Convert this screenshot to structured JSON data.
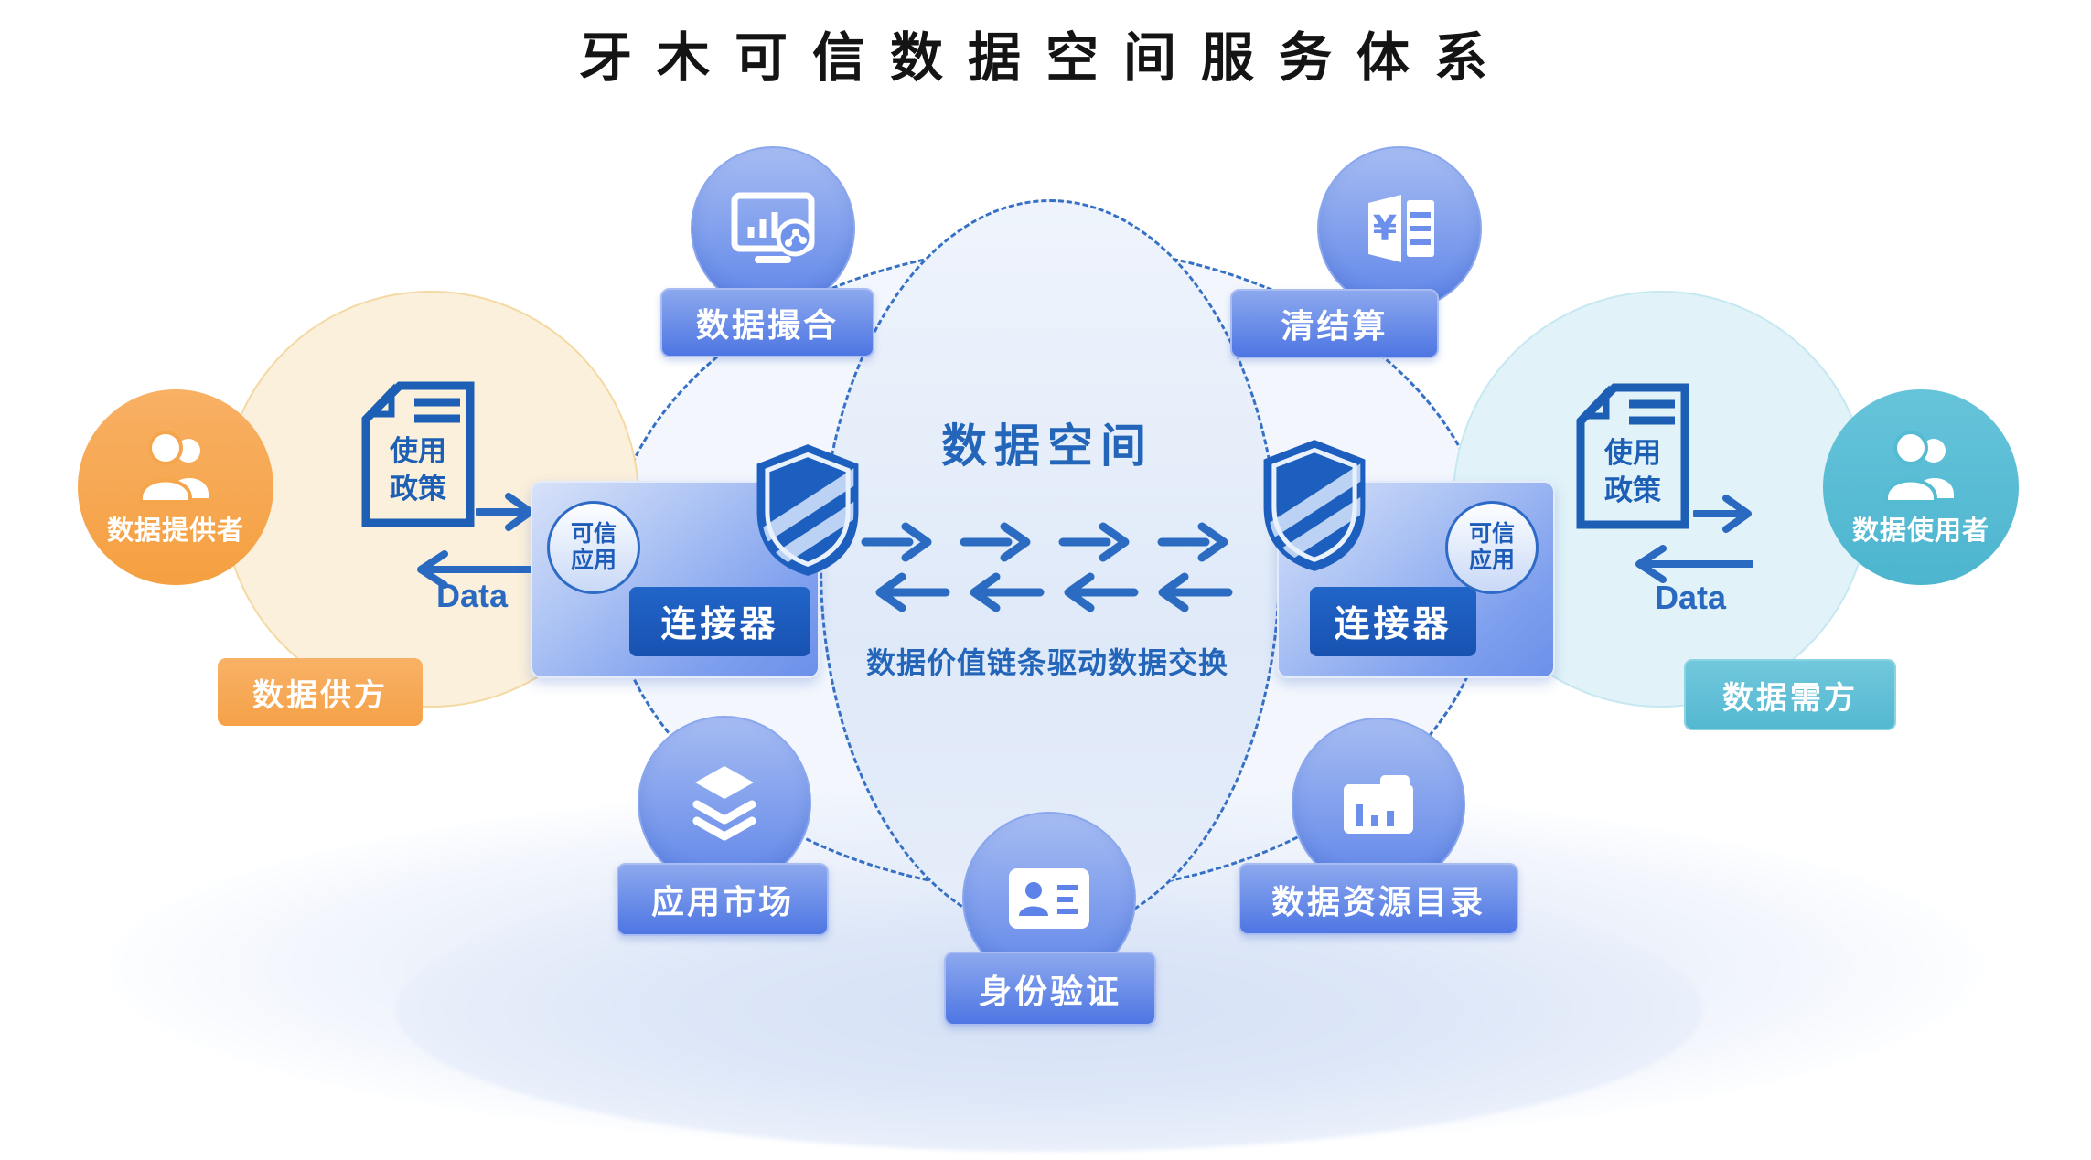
{
  "title": "牙木可信数据空间服务体系",
  "data_space": {
    "title": "数据空间",
    "caption": "数据价值链条驱动数据交换",
    "arrows_right_count": 4,
    "arrows_left_count": 4
  },
  "services": {
    "matching": {
      "label": "数据撮合",
      "icon": "monitor-chart-icon"
    },
    "clearing": {
      "label": "清结算",
      "icon": "invoice-yen-icon"
    },
    "market": {
      "label": "应用市场",
      "icon": "layers-icon"
    },
    "identity": {
      "label": "身份验证",
      "icon": "id-card-icon"
    },
    "catalog": {
      "label": "数据资源目录",
      "icon": "folder-chart-icon"
    }
  },
  "provider": {
    "actor_label": "数据提供者",
    "role_label": "数据供方",
    "policy_doc": {
      "line1": "使用",
      "line2": "政策"
    },
    "data_flow_label": "Data",
    "icon": "people-icon"
  },
  "consumer": {
    "actor_label": "数据使用者",
    "role_label": "数据需方",
    "policy_doc": {
      "line1": "使用",
      "line2": "政策"
    },
    "data_flow_label": "Data",
    "icon": "people-icon"
  },
  "connectors": {
    "left": {
      "label": "连接器",
      "badge": {
        "line1": "可信",
        "line2": "应用"
      },
      "icon": "shield-icon"
    },
    "right": {
      "label": "连接器",
      "badge": {
        "line1": "可信",
        "line2": "应用"
      },
      "icon": "shield-icon"
    }
  },
  "colors": {
    "title_text": "#141414",
    "blue_text": "#2365B9",
    "dashed_line": "#3570C4",
    "service_circle_top": "#A6BCF2",
    "service_circle_bottom": "#5F85E8",
    "service_bar_top": "#8CA8EE",
    "service_bar_bottom": "#4E76E3",
    "connector_gradient_start": "#D8E2F9",
    "connector_gradient_end": "#6C90EA",
    "connector_label_bg": "#1C59BB",
    "shield_blue": "#1D5FBE",
    "provider_orange": "#F5A64C",
    "provider_cream": "#FBF0DB",
    "consumer_teal": "#55BBD3",
    "consumer_light": "#E1F3F8",
    "doc_outline_blue": "#1C5FB5"
  }
}
